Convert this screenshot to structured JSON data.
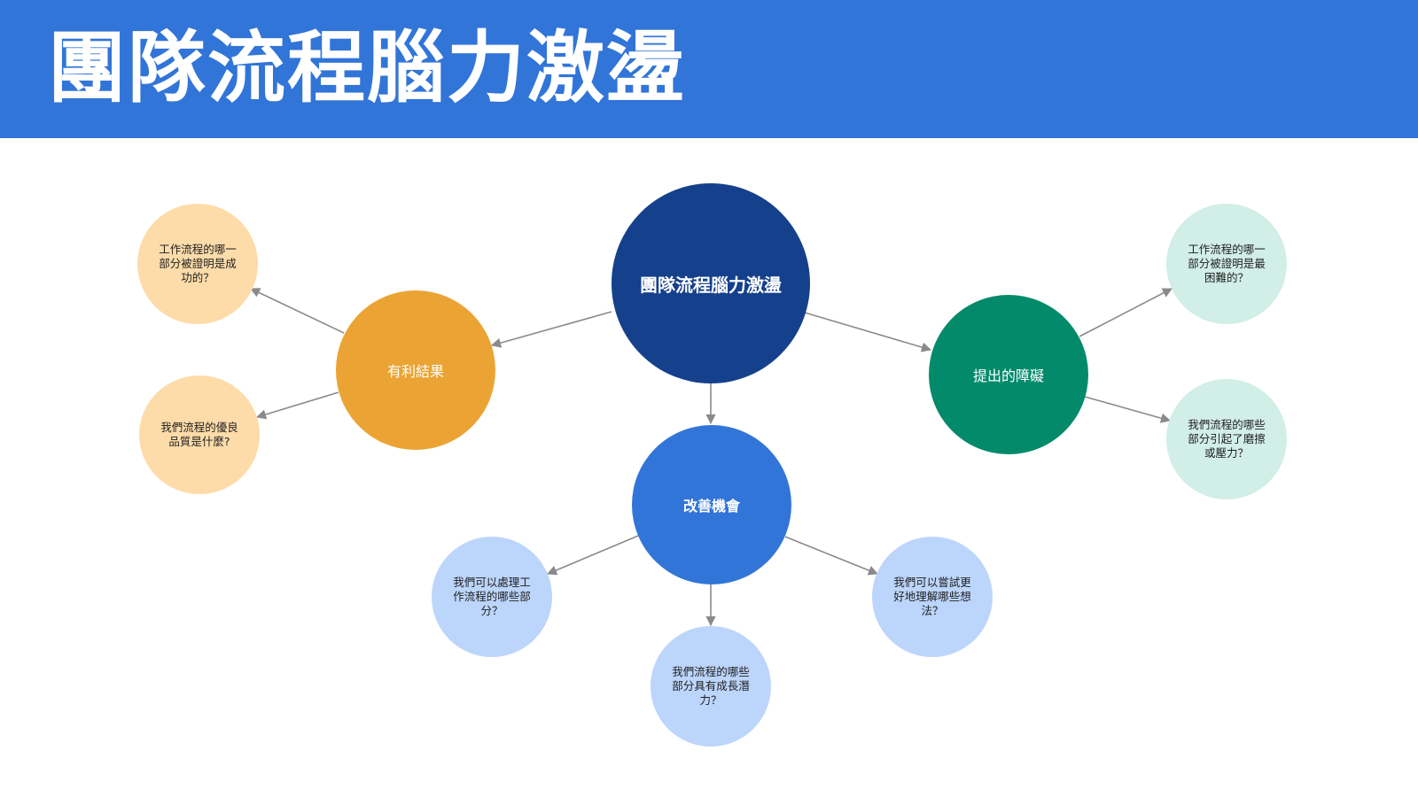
{
  "header": {
    "title": "團隊流程腦力激盪"
  },
  "colors": {
    "header_bg": "#3275d8",
    "center": "#15408c",
    "positive": "#eba433",
    "positive_light": "#fddcaa",
    "barrier": "#028a6b",
    "barrier_light": "#d1eee7",
    "opportunity": "#3275d8",
    "opportunity_light": "#bcd5fb",
    "edge": "#8a8a8a"
  },
  "diagram": {
    "center": {
      "label": "團隊流程腦力激盪"
    },
    "positive": {
      "label": "有利結果",
      "children": [
        "工作流程的哪一部分被證明是成功的？",
        "我們流程的優良品質是什麼?"
      ]
    },
    "barrier": {
      "label": "提出的障礙",
      "children": [
        "工作流程的哪一部分被證明是最困難的？",
        "我們流程的哪些部分引起了磨擦或壓力？"
      ]
    },
    "opportunity": {
      "label": "改善機會",
      "children": [
        "我們可以處理工作流程的哪些部分？",
        "我們流程的哪些部分具有成長潛力？",
        "我們可以嘗試更好地理解哪些想法？"
      ]
    }
  }
}
